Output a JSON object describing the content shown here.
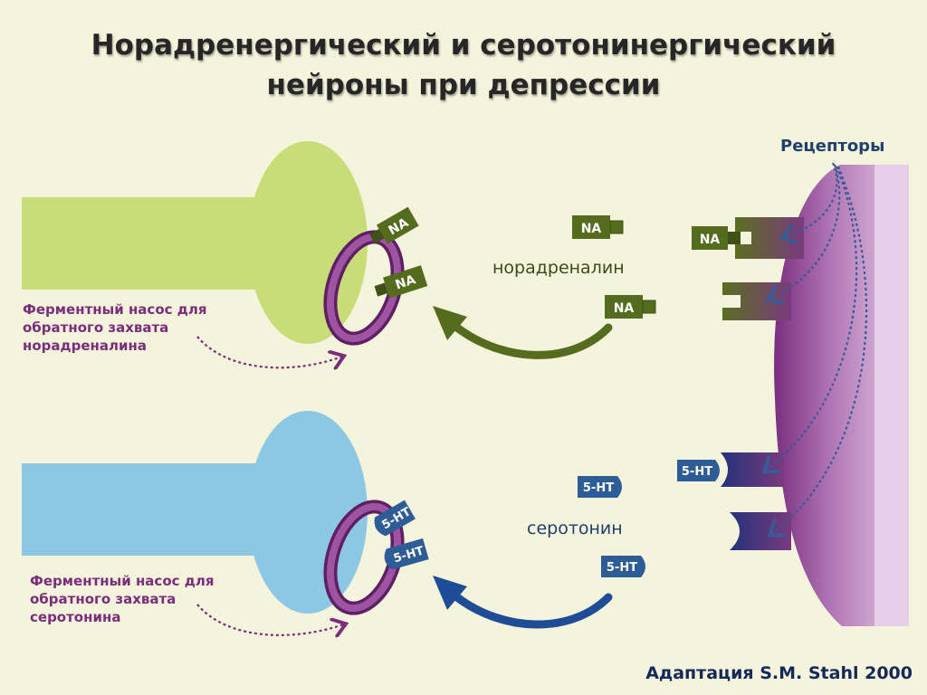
{
  "title": {
    "line1": "Норадренергический и серотонинергический",
    "line2": "нейроны при депрессии"
  },
  "labels": {
    "na_pump": [
      "Ферментный насос для",
      "обратного захвата",
      "норадреналина"
    ],
    "ht_pump": [
      "Ферментный насос для",
      "обратного захвата",
      "серотонина"
    ],
    "noradrenaline": "норадреналин",
    "serotonin": "серотонин",
    "receptors": "Рецепторы",
    "credit": "Адаптация S.M. Stahl 2000"
  },
  "tags": {
    "na": "NA",
    "ht": "5-HT"
  },
  "colors": {
    "background": "#f4f4dc",
    "na_neuron": "#c8dc78",
    "ht_neuron": "#8cc8e4",
    "pump": "#8a3c8c",
    "na_tag": "#556b1e",
    "ht_tag": "#2e5c96",
    "membrane": "#9a5aa2",
    "label_purple": "#7b2d7b"
  }
}
